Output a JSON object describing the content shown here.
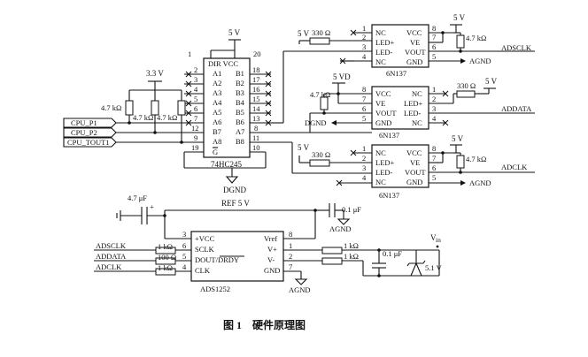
{
  "ic_74hc245": {
    "part": "74HC245",
    "supply": "5 V",
    "dir_vcc": "DIR VCC",
    "pin_dir": "1",
    "pin_vcc": "20",
    "left_pins": [
      {
        "name": "A1",
        "num": "2"
      },
      {
        "name": "A2",
        "num": "3"
      },
      {
        "name": "A3",
        "num": "4"
      },
      {
        "name": "A4",
        "num": "5"
      },
      {
        "name": "A5",
        "num": "6"
      },
      {
        "name": "A6",
        "num": "7"
      },
      {
        "name": "B7",
        "num": "12"
      },
      {
        "name": "A8",
        "num": "9"
      }
    ],
    "right_pins": [
      {
        "name": "B1",
        "num": "18"
      },
      {
        "name": "B2",
        "num": "17"
      },
      {
        "name": "B3",
        "num": "16"
      },
      {
        "name": "B4",
        "num": "15"
      },
      {
        "name": "B5",
        "num": "14"
      },
      {
        "name": "B6",
        "num": "13"
      },
      {
        "name": "A7",
        "num": "8"
      },
      {
        "name": "B8",
        "num": "11"
      }
    ],
    "g_name": "G",
    "g_num": "19",
    "gnd_num": "10",
    "ground": "DGND"
  },
  "pullup": {
    "supply": "3.3 V",
    "r1": "4.7 kΩ",
    "r2": "4.7 kΩ",
    "r3": "4.7 kΩ"
  },
  "cpu_ports": [
    "CPU_P1",
    "CPU_P2",
    "CPU_TOUT1"
  ],
  "opto_top": {
    "part": "6N137",
    "led_supply": "5 V",
    "led_resistor": "330 Ω",
    "left_pins": [
      {
        "num": "1",
        "name": "NC"
      },
      {
        "num": "2",
        "name": "LED+"
      },
      {
        "num": "3",
        "name": "LED-"
      },
      {
        "num": "4",
        "name": "NC"
      }
    ],
    "right_pins": [
      {
        "num": "8",
        "name": "VCC"
      },
      {
        "num": "7",
        "name": "VE"
      },
      {
        "num": "6",
        "name": "VOUT"
      },
      {
        "num": "5",
        "name": "GND"
      }
    ],
    "out_supply": "5 V",
    "pullup": "4.7 kΩ",
    "signal": "ADSCLK",
    "ground": "AGND"
  },
  "opto_mid": {
    "part": "6N137",
    "vcc_supply": "5 VD",
    "pullup": "4.7 kΩ",
    "left_pins": [
      {
        "num": "8",
        "name": "VCC"
      },
      {
        "num": "7",
        "name": "VE"
      },
      {
        "num": "6",
        "name": "VOUT"
      },
      {
        "num": "5",
        "name": "GND"
      }
    ],
    "right_pins": [
      {
        "num": "1",
        "name": "NC"
      },
      {
        "num": "2",
        "name": "LED+"
      },
      {
        "num": "3",
        "name": "LED-"
      },
      {
        "num": "4",
        "name": "NC"
      }
    ],
    "ground": "DGND",
    "led_resistor": "330 Ω",
    "led_supply": "5 V",
    "signal": "ADDATA"
  },
  "opto_bot": {
    "part": "6N137",
    "led_supply": "5 V",
    "led_resistor": "330 Ω",
    "left_pins": [
      {
        "num": "1",
        "name": "NC"
      },
      {
        "num": "2",
        "name": "LED+"
      },
      {
        "num": "3",
        "name": "LED-"
      },
      {
        "num": "4",
        "name": "NC"
      }
    ],
    "right_pins": [
      {
        "num": "8",
        "name": "VCC"
      },
      {
        "num": "7",
        "name": "VE"
      },
      {
        "num": "6",
        "name": "VOUT"
      },
      {
        "num": "5",
        "name": "GND"
      }
    ],
    "out_supply": "5 V",
    "pullup": "4.7 kΩ",
    "signal": "ADCLK",
    "ground": "AGND"
  },
  "ads1252": {
    "part": "ADS1252",
    "ref": "REF 5 V",
    "cap_left": "4.7 μF",
    "cap_right": "0.1 μF",
    "ground": "AGND",
    "left_pins": [
      {
        "num": "3",
        "name": "+VCC"
      },
      {
        "num": "6",
        "name": "SCLK"
      },
      {
        "num": "5",
        "name": "DOUT/DRDY"
      },
      {
        "num": "4",
        "name": "CLK"
      }
    ],
    "right_pins": [
      {
        "num": "8",
        "name": "Vref"
      },
      {
        "num": "1",
        "name": "V+"
      },
      {
        "num": "2",
        "name": "V-"
      },
      {
        "num": "7",
        "name": "GND"
      }
    ],
    "inputs": [
      {
        "signal": "ADSCLK",
        "r": "1 kΩ"
      },
      {
        "signal": "ADDATA",
        "r": "100 Ω"
      },
      {
        "signal": "ADCLK",
        "r": "1 kΩ"
      }
    ],
    "in_res_1": "1 kΩ",
    "in_res_2": "1 kΩ",
    "in_cap": "0.1 μF",
    "vin_label": "V",
    "vin_sub": "in",
    "zener": "5.1 V"
  },
  "caption": "图 1　硬件原理图"
}
